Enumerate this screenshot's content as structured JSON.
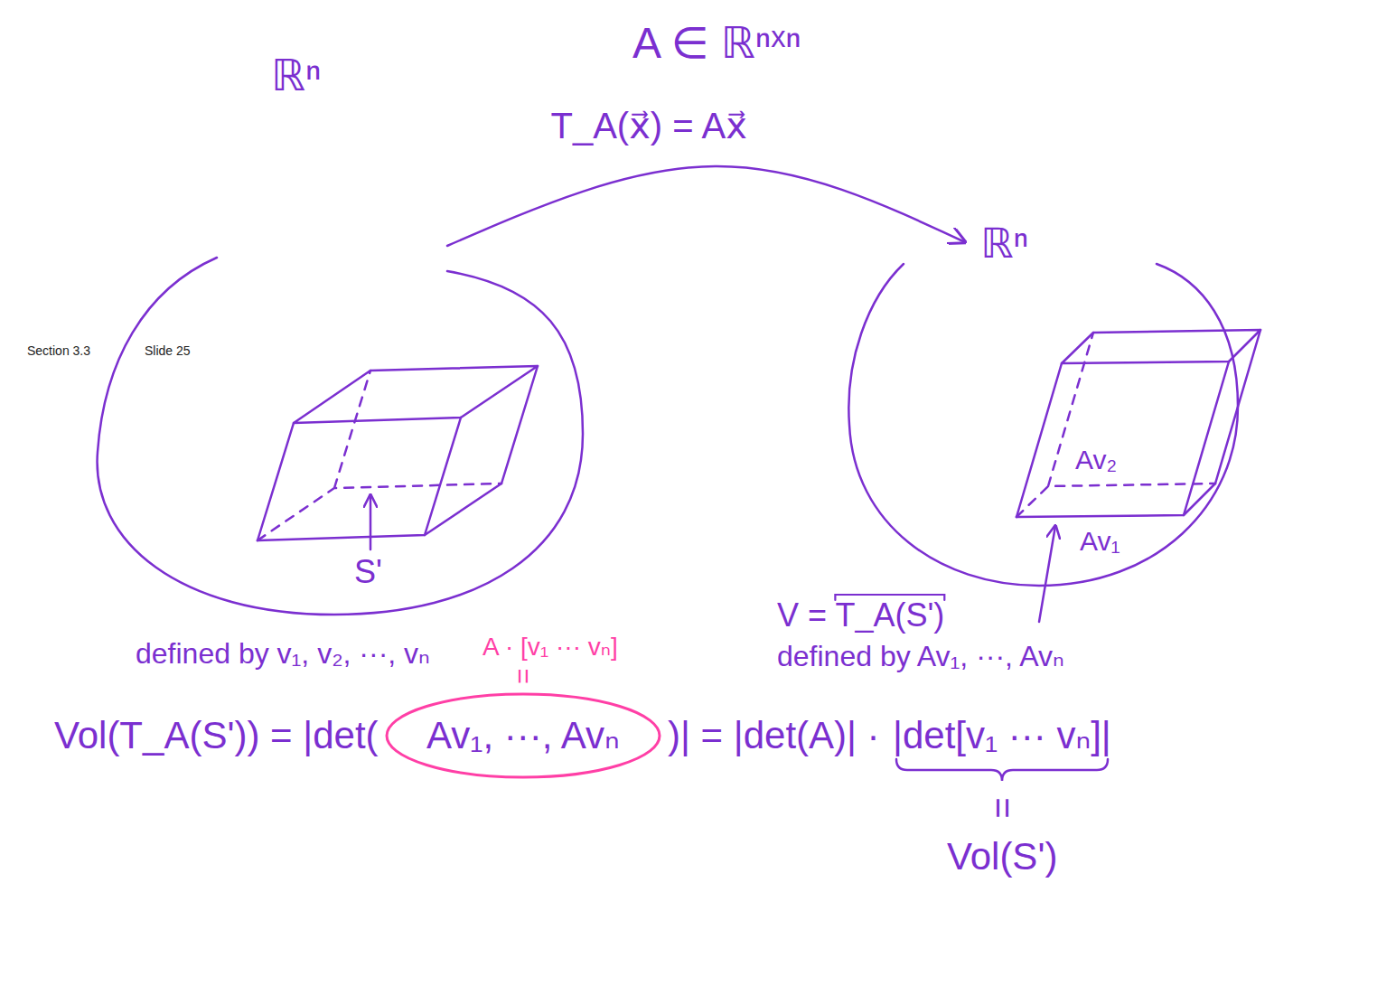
{
  "diagram": {
    "title": "A ∈ ℝⁿˣⁿ",
    "nodes": [
      {
        "text": [
          "ℝⁿ",
          "S'"
        ]
      },
      {
        "text": [
          "ℝⁿ",
          "Av₂",
          "Av₁"
        ]
      },
      {
        "text": [
          "Av₁, ···, Avₙ"
        ]
      }
    ],
    "edges": [
      {
        "from": 0,
        "to": 1,
        "arrow": "to",
        "label": "T_A(x⃗) = Ax⃗"
      }
    ],
    "labels": [
      "Section 3.3",
      "Slide 25",
      "defined by v₁, v₂, ···, vₙ",
      "A · [v₁ ··· vₙ]",
      "=",
      "V = T_A(S')",
      "defined by Av₁, ···, Avₙ",
      "Vol(T_A(S')) = |det(",
      ")| = |det(A)| ·",
      "|det[v₁ ··· vₙ]|",
      "=",
      "Vol(S')"
    ]
  }
}
